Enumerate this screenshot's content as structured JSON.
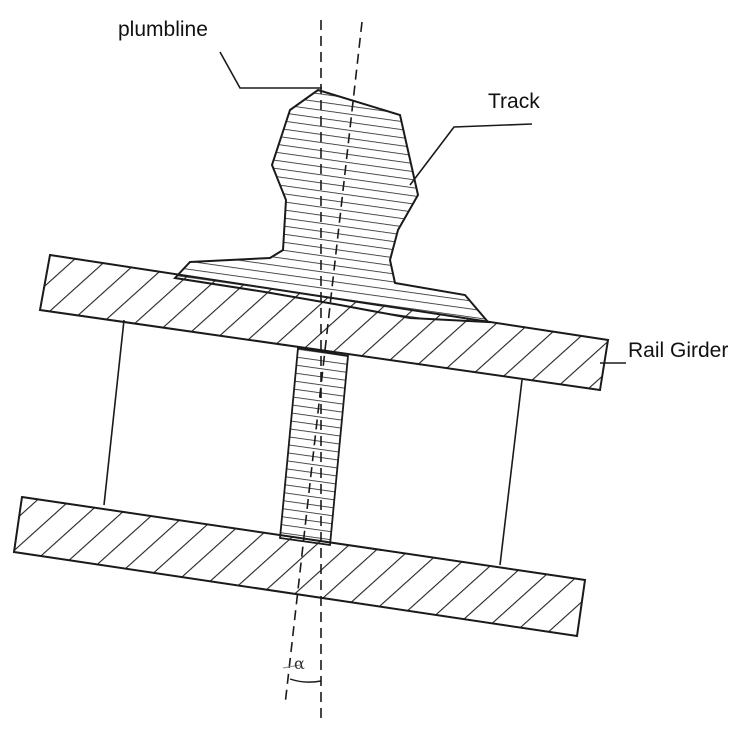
{
  "labels": {
    "plumbline": "plumbline",
    "track": "Track",
    "rail_girder": "Rail Girder",
    "angle": "α"
  },
  "colors": {
    "stroke": "#1a1a1a",
    "hatch": "#222222",
    "background": "#ffffff"
  }
}
